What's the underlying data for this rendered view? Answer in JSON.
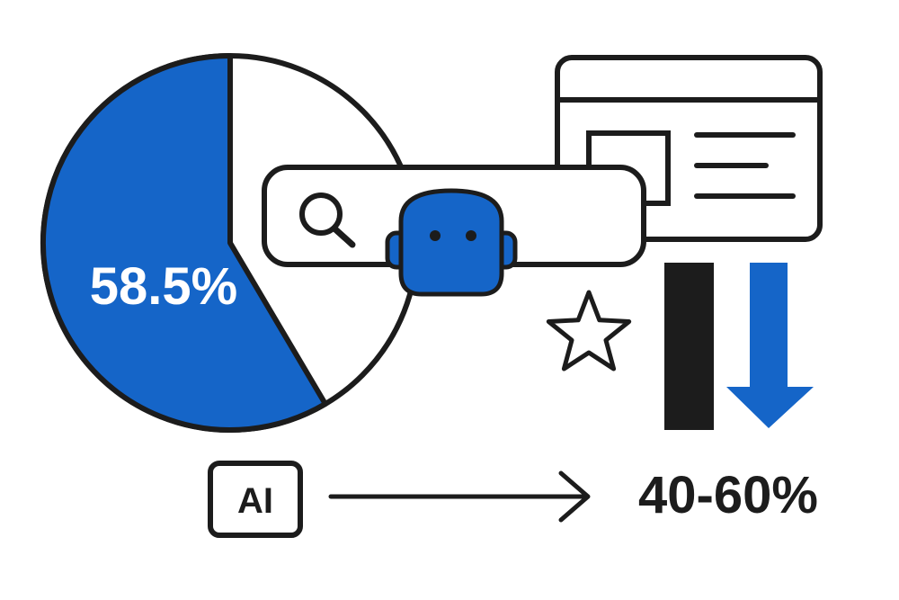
{
  "colors": {
    "accent": "#1565c8",
    "ink": "#1c1c1c",
    "background": "#ffffff"
  },
  "pie": {
    "share_label": "58.5%",
    "share_value": 58.5
  },
  "icons": {
    "search": "magnifier-icon",
    "assistant": "robot-head-icon",
    "rating": "star-outline-icon",
    "webpage": "browser-window-icon",
    "decline": "down-arrow-icon"
  },
  "flow": {
    "source_label": "AI",
    "result_label": "40-60%"
  }
}
